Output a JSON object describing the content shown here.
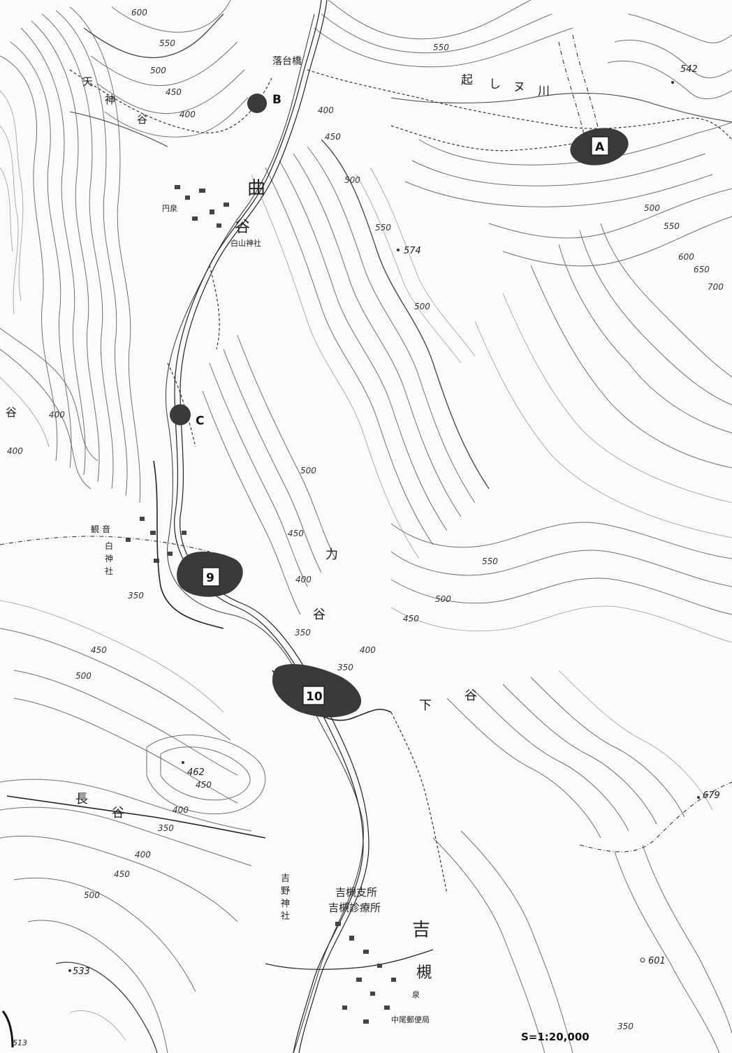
{
  "scale_label": "S=1:20,000",
  "sites": {
    "A": "A",
    "B": "B",
    "C": "C",
    "site9": "9",
    "site10": "10"
  },
  "spot_heights": {
    "h542": "542",
    "h574": "574",
    "h462": "462",
    "h533": "533",
    "h679": "679",
    "h601": "601",
    "h513": "513"
  },
  "contour_labels": {
    "c600_top": "600",
    "c550_top": "550",
    "c500_top": "500",
    "c450_top": "450",
    "c400_top": "400",
    "c550_ne": "550",
    "c450_mid": "450",
    "c400_mid": "400",
    "c500_a": "500",
    "c550_a": "550",
    "c500_e": "500",
    "c550_e": "550",
    "c600_e": "600",
    "c650_e": "650",
    "c700_e": "700",
    "c500_c": "500",
    "c400_w": "400",
    "c400_w2": "400",
    "c500_ctr": "500",
    "c450_ctr": "450",
    "c400_ctr": "400",
    "c350_ctr": "350",
    "c350_9": "350",
    "c450_w": "450",
    "c500_w": "500",
    "c550_se": "550",
    "c500_se": "500",
    "c450_se": "450",
    "c400_s": "400",
    "c350_s": "350",
    "c450_s": "450",
    "c400_s2": "400",
    "c350_s2": "350",
    "c450_sw": "450",
    "c400_sw": "400",
    "c500_sw": "500",
    "c350_bottom": "350"
  },
  "place_names": {
    "tenjin": [
      "天",
      "神",
      "谷"
    ],
    "bridge": "落台橋",
    "okoshi": [
      "起",
      "し",
      "ヌ",
      "川"
    ],
    "magari": [
      "曲",
      "谷"
    ],
    "hakusan": "白山神社",
    "enjo": "円泉",
    "tani_w": "谷",
    "chikara": [
      "力",
      "谷"
    ],
    "shimo": [
      "下",
      "谷"
    ],
    "naga": [
      "長",
      "谷"
    ],
    "kan": [
      "観",
      "音"
    ],
    "shira": [
      "白",
      "神",
      "社"
    ],
    "yoshino_shrine": [
      "吉",
      "野",
      "神",
      "社"
    ],
    "branch_office": "吉槻支所",
    "clinic": "吉槻診療所",
    "yoshitsuki": [
      "吉",
      "槻"
    ],
    "post": "中尾郵便局",
    "fountain": "泉"
  }
}
